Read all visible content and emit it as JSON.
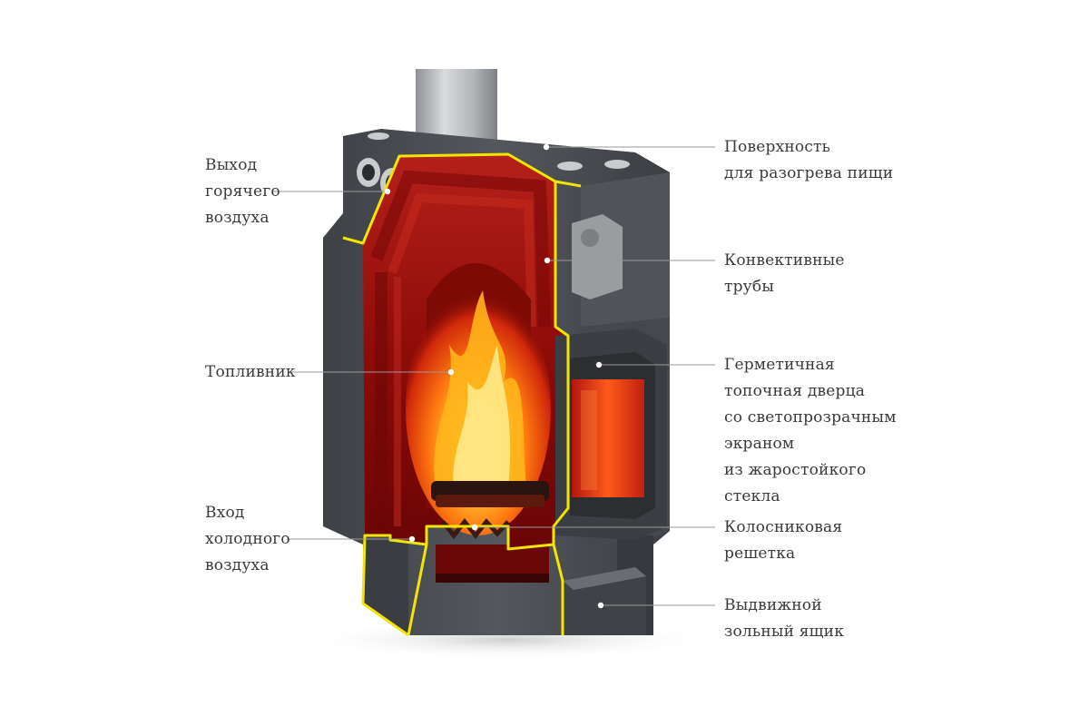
{
  "labels": {
    "hot_air_outlet": "Выход\nгорячего\nвоздуха",
    "cooking_surface": "Поверхность\nдля разогрева пищи",
    "convection_pipes": "Конвективные\nтрубы",
    "firebox": "Топливник",
    "door": "Герметичная\nтопочная дверца\nсо светопрозрачным\nэкраном\nиз жаростойкого\nстекла",
    "cold_air_inlet": "Вход\nхолодного\nвоздуха",
    "grate": "Колосниковая\nрешетка",
    "ash_drawer": "Выдвижной\nзольный ящик"
  },
  "colors": {
    "body": "#4a4d52",
    "body_dark": "#2f3135",
    "interior_red": "#a3120f",
    "interior_dark": "#5e0606",
    "cut_outline": "#f2e600",
    "chimney": "#b9bcbf",
    "leader_line": "#9a9a9a",
    "label_text": "#3a3a3a"
  }
}
